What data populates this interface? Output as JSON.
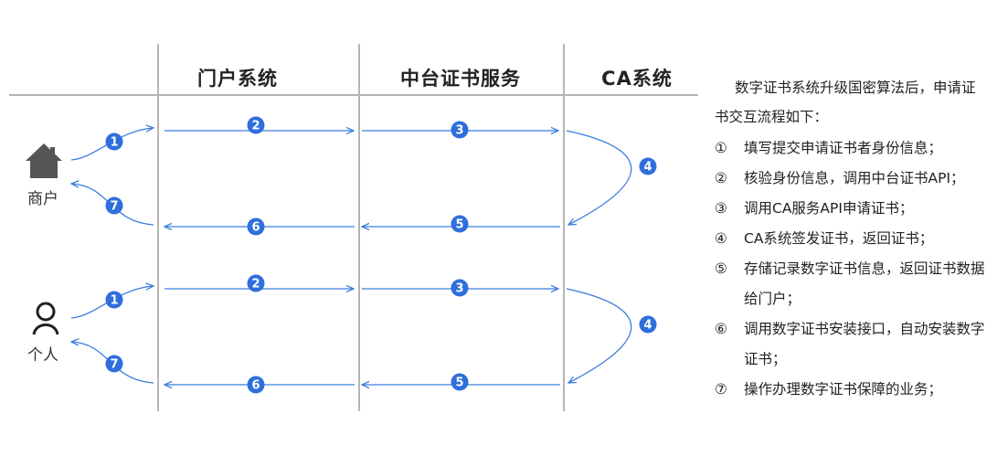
{
  "columns": [
    "门户系统",
    "中台证书服务",
    "CA系统"
  ],
  "actors": [
    {
      "label": "商户",
      "icon": "house-icon"
    },
    {
      "label": "个人",
      "icon": "person-icon"
    }
  ],
  "step_badges": [
    "1",
    "2",
    "3",
    "4",
    "5",
    "6",
    "7"
  ],
  "description": {
    "intro": "数字证书系统升级国密算法后，申请证书交互流程如下：",
    "steps": [
      {
        "num": "①",
        "text": "填写提交申请证书者身份信息；"
      },
      {
        "num": "②",
        "text": "核验身份信息，调用中台证书API；"
      },
      {
        "num": "③",
        "text": "调用CA服务API申请证书；"
      },
      {
        "num": "④",
        "text": "CA系统签发证书，返回证书；"
      },
      {
        "num": "⑤",
        "text": "存储记录数字证书信息，返回证书数据给门户；"
      },
      {
        "num": "⑥",
        "text": "调用数字证书安装接口，自动安装数字证书；"
      },
      {
        "num": "⑦",
        "text": "操作办理数字证书保障的业务；"
      }
    ]
  },
  "colors": {
    "arrow": "#3b7ddd",
    "badge": "#2f6fdc",
    "divider": "#b5b5b5",
    "icon": "#555555"
  }
}
